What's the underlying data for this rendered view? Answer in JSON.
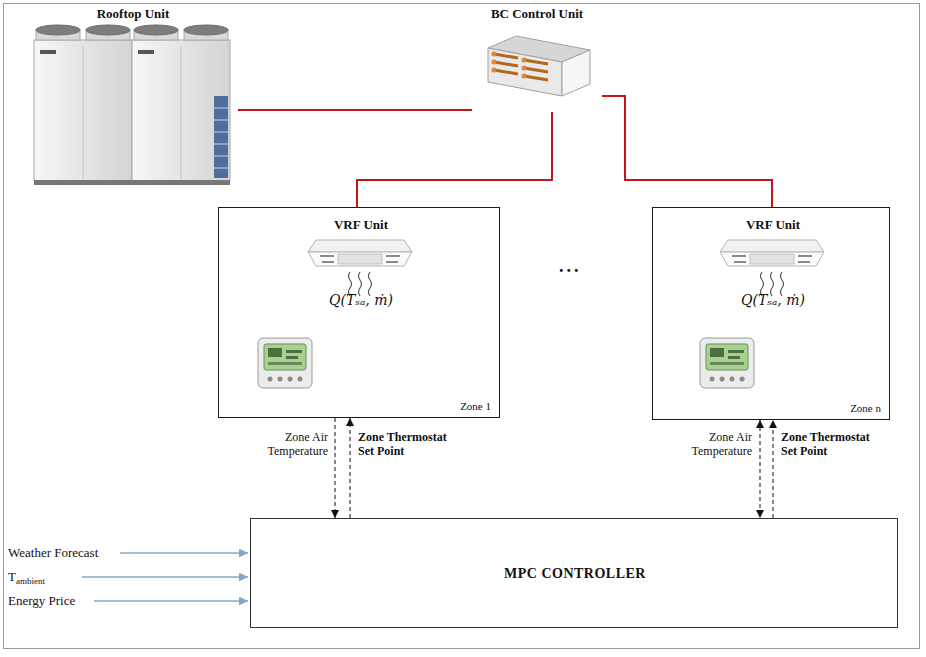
{
  "diagram": {
    "nodes": [
      {
        "text": [
          "Rooftop Unit"
        ]
      },
      {
        "text": [
          "BC Control Unit"
        ]
      },
      {
        "text": [
          "VRF Unit",
          "Q(Tₛₐ, ṁ)",
          "Zone 1"
        ]
      },
      {
        "text": [
          "VRF Unit",
          "Q(Tₛₐ, ṁ)",
          "Zone n"
        ]
      },
      {
        "text": [
          "MPC CONTROLLER"
        ]
      }
    ],
    "edges": [
      {
        "from": 0,
        "to": 1,
        "arrow": "none"
      },
      {
        "from": 1,
        "to": 2,
        "arrow": "none"
      },
      {
        "from": 1,
        "to": 3,
        "arrow": "none"
      },
      {
        "from": 2,
        "to": 4,
        "arrow": "to",
        "label": "Zone Air Temperature"
      },
      {
        "from": 4,
        "to": 2,
        "arrow": "to",
        "label": "Zone Thermostat Set Point"
      },
      {
        "from": 3,
        "to": 4,
        "arrow": "both",
        "label": "Zone Air Temperature"
      },
      {
        "from": 4,
        "to": 3,
        "arrow": "to",
        "label": "Zone Thermostat Set Point"
      }
    ],
    "labels": [
      "...",
      "Weather Forecast",
      "T",
      "ambient",
      "Energy Price"
    ]
  }
}
